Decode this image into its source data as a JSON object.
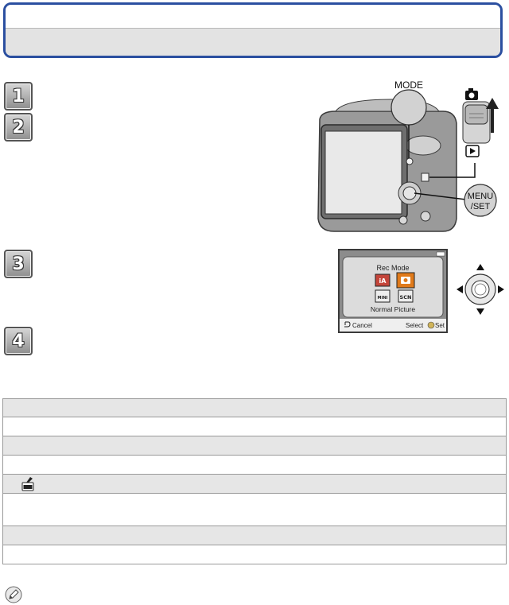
{
  "steps": [
    {
      "number": "1"
    },
    {
      "number": "2"
    },
    {
      "number": "3"
    },
    {
      "number": "4"
    }
  ],
  "camera_illustration": {
    "mode_label": "MODE",
    "menu_set_label_line1": "MENU",
    "menu_set_label_line2": "/SET",
    "icons": [
      "camera-icon",
      "playback-icon",
      "arrow-up-icon"
    ]
  },
  "lcd_menu": {
    "title": "Rec Mode",
    "mode_icons": [
      {
        "name": "intelligent-auto-icon",
        "label": "iA"
      },
      {
        "name": "normal-picture-icon",
        "label": ""
      },
      {
        "name": "miniature-effect-icon",
        "label": "MINI"
      },
      {
        "name": "scene-mode-icon",
        "label": "SCN"
      }
    ],
    "selected_mode": "Normal Picture",
    "cancel_label": "Cancel",
    "select_label": "Select",
    "set_label": "Set"
  },
  "colors": {
    "title_border": "#2b4fa0",
    "table_header_bg": "#e6e6e6",
    "selected_icon": "#e07a1a"
  }
}
